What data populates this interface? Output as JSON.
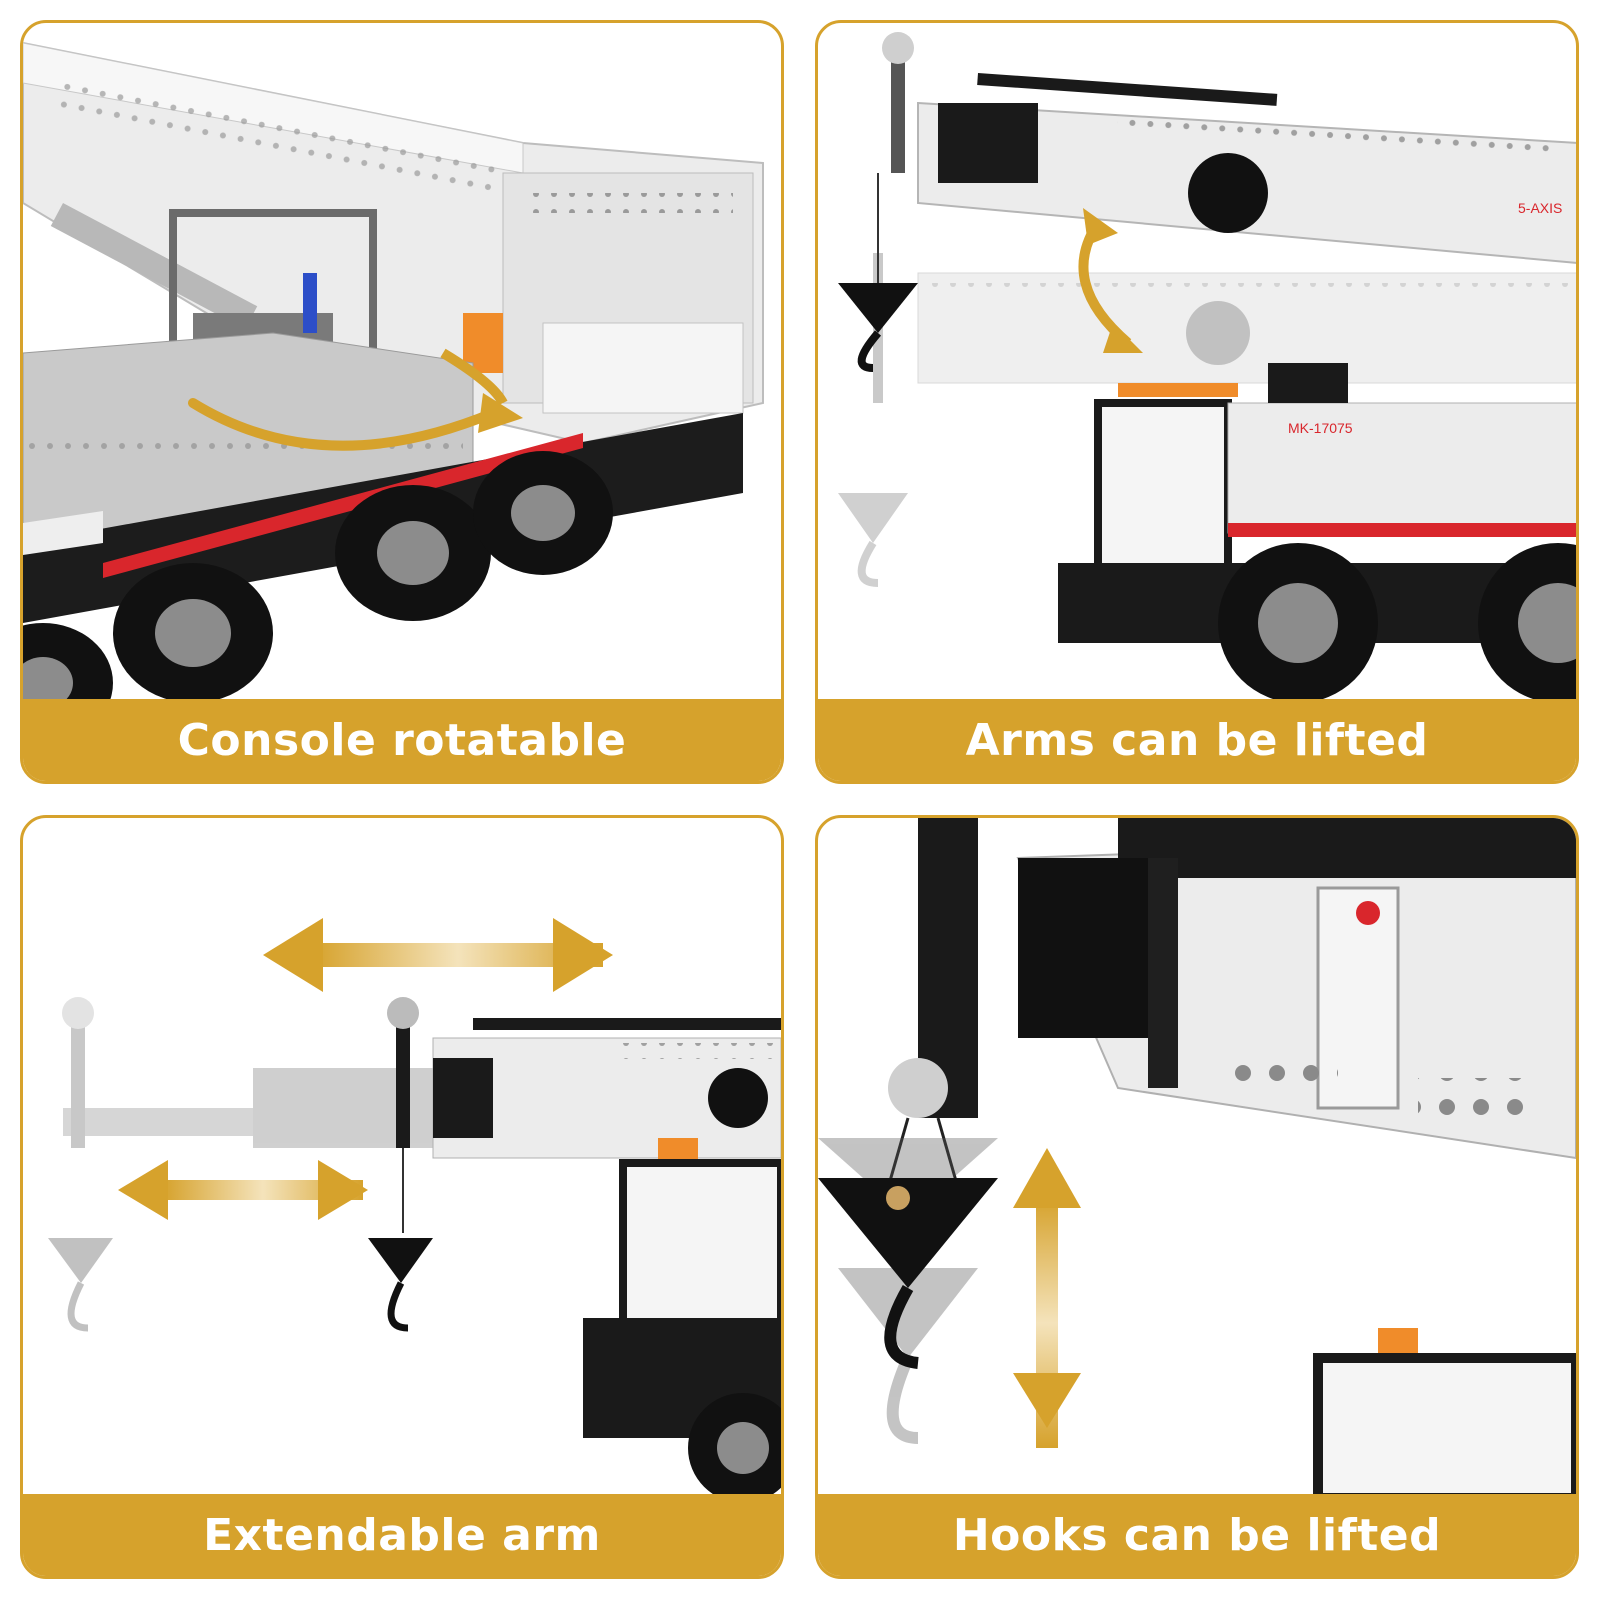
{
  "colors": {
    "accent": "#d6a22c",
    "caption_text": "#ffffff",
    "model_white": "#f2f2f2",
    "model_black": "#1a1a1a",
    "model_red": "#d9262c"
  },
  "panels": [
    {
      "caption": "Console rotatable",
      "icons": [
        "rotate-arrow-icon"
      ]
    },
    {
      "caption": "Arms can be lifted",
      "badge_model": "MK-17075",
      "badge_boom": "5-AXIS",
      "icons": [
        "lift-arrow-icon"
      ]
    },
    {
      "caption": "Extendable arm",
      "icons": [
        "double-arrow-icon",
        "double-arrow-icon"
      ]
    },
    {
      "caption": "Hooks can be lifted",
      "icons": [
        "vertical-double-arrow-icon"
      ]
    }
  ]
}
